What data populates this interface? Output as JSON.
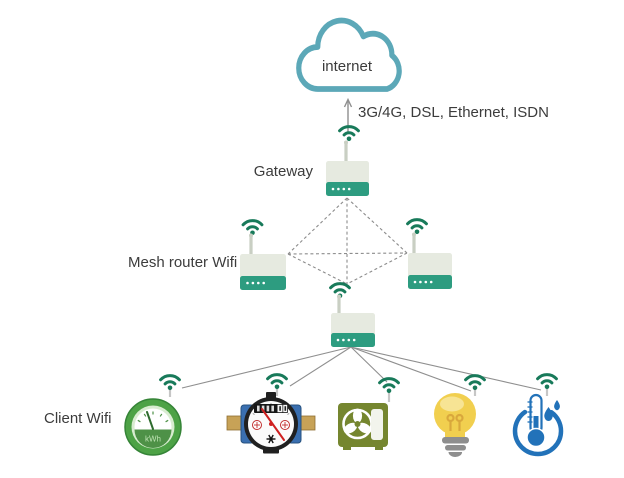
{
  "diagram": {
    "labels": {
      "internet": "internet",
      "uplink": "3G/4G, DSL, Ethernet, ISDN",
      "gateway": "Gateway",
      "mesh": "Mesh router Wifi",
      "client": "Client Wifi",
      "kwh": "kWh"
    },
    "nodes": {
      "cloud": "internet cloud",
      "gateway": "gateway router",
      "mesh_routers": [
        "mesh router left",
        "mesh router right",
        "mesh router bottom"
      ],
      "clients": [
        "energy meter",
        "water meter",
        "air conditioner",
        "light bulb",
        "temperature-humidity sensor"
      ]
    },
    "connections": {
      "uplink": "gateway to internet via 3G/4G, DSL, Ethernet, ISDN (solid arrow)",
      "mesh": "full mesh of dashed links between gateway and the three wifi mesh routers",
      "clients": "bottom mesh router to 5 client wifi devices (solid lines)"
    },
    "colors": {
      "cloud_stroke": "#5CA8B8",
      "wifi_green": "#187A5A",
      "router_band": "#2D9C80",
      "router_body": "#E6EAE0",
      "connector_gray": "#8C8C8C",
      "text": "#3C3C3C",
      "meter_green": "#4DA246",
      "ac_olive": "#75862F",
      "bulb_yellow": "#F1CF4F",
      "sensor_blue": "#2272B9",
      "needle_red": "#CF2020"
    }
  }
}
